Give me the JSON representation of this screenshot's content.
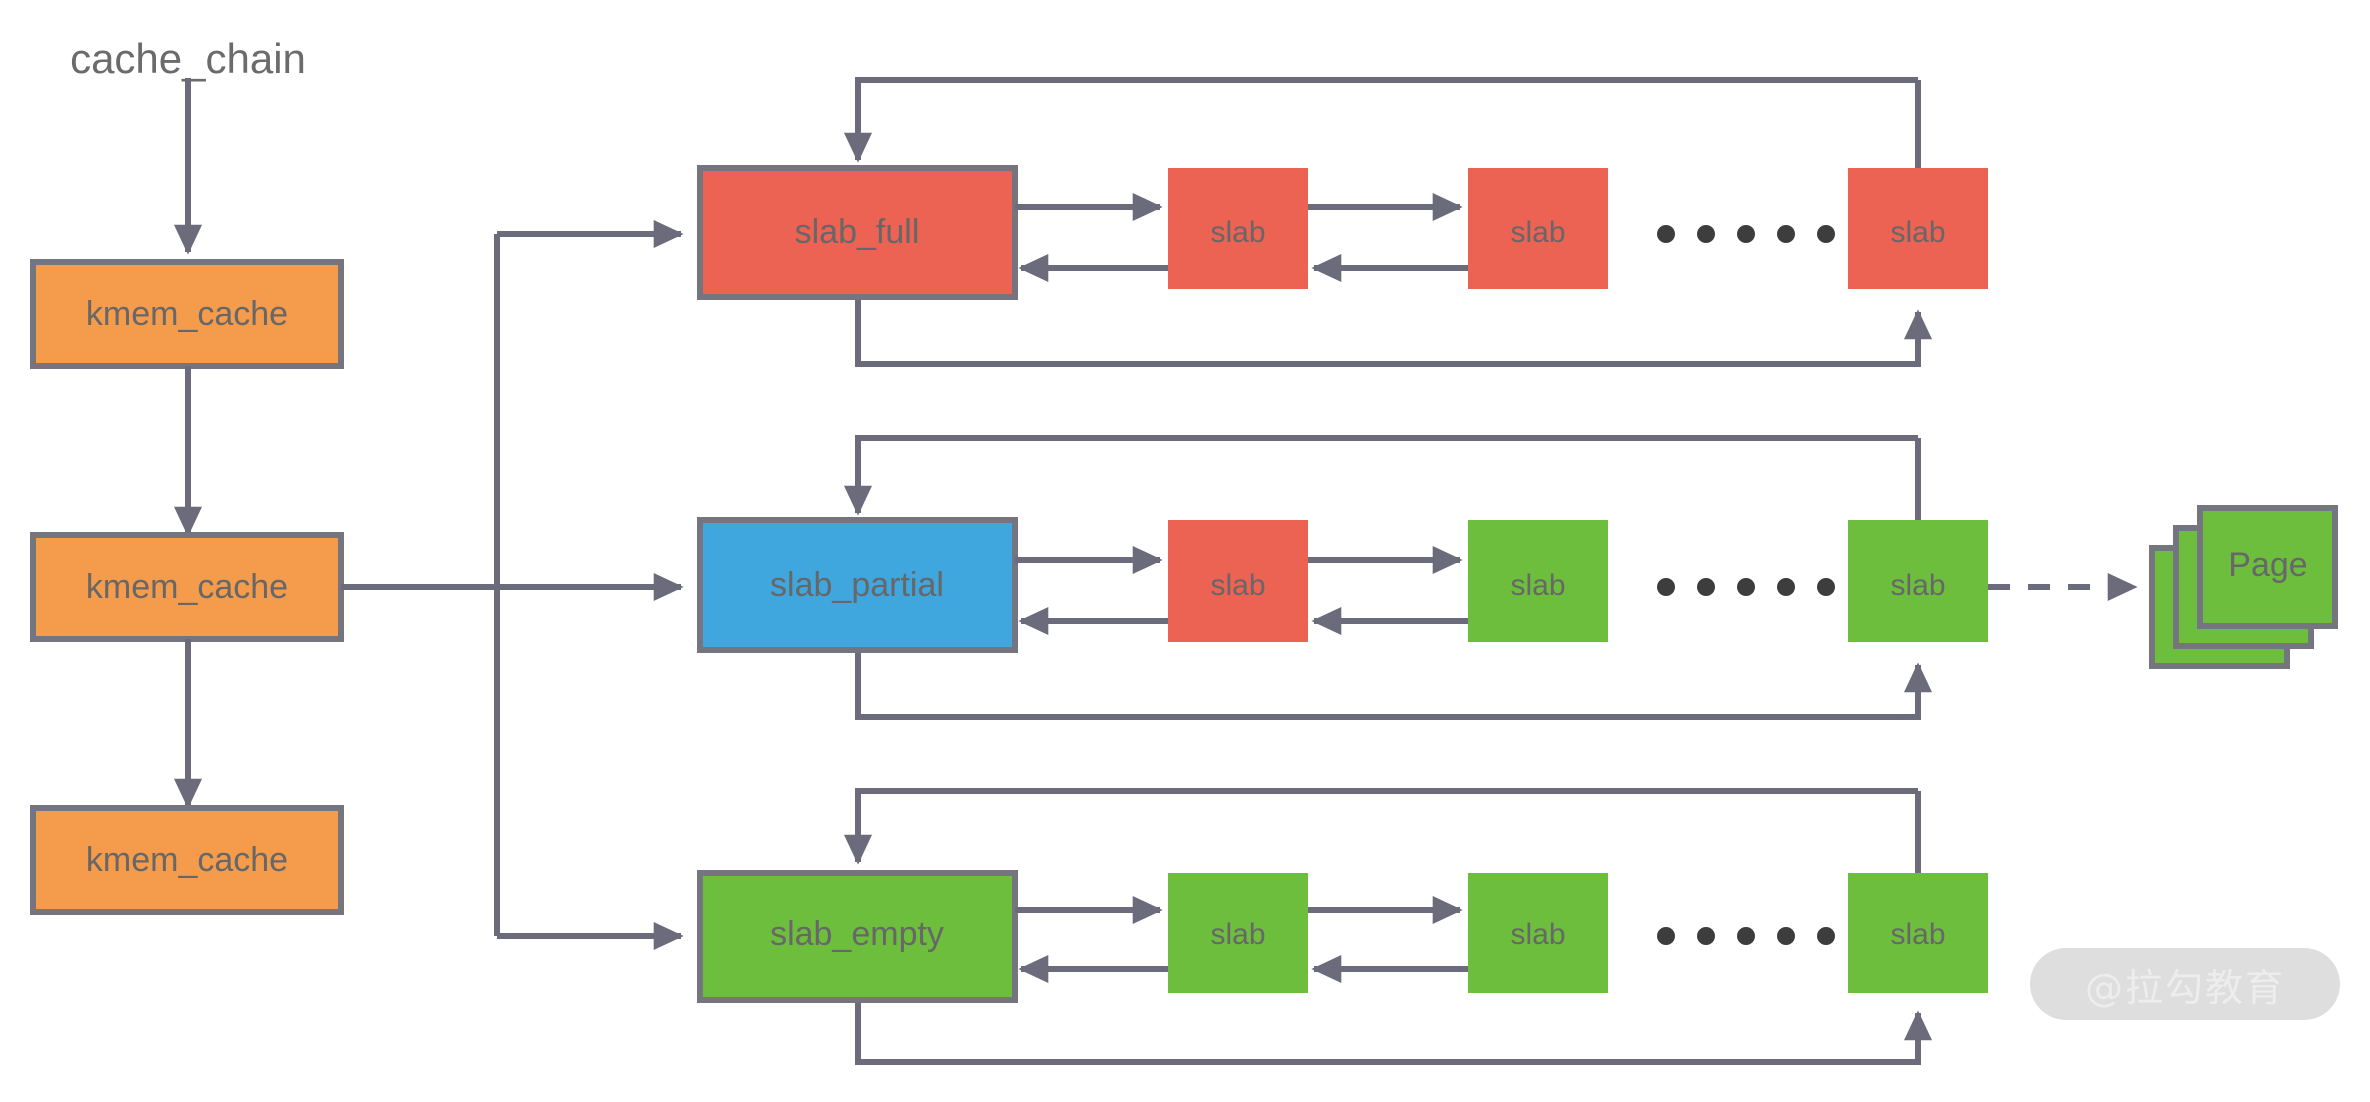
{
  "diagram": {
    "title": "cache_chain",
    "colors": {
      "orange": "#F59B4C",
      "red": "#EC6253",
      "blue": "#3FA6DE",
      "green": "#6EBE3E",
      "border": "#757580",
      "edge": "#6B6B7B",
      "text": "#676767",
      "background": "#FFFFFF"
    },
    "cache_chain": {
      "label": "cache_chain",
      "nodes": [
        {
          "label": "kmem_cache"
        },
        {
          "label": "kmem_cache"
        },
        {
          "label": "kmem_cache"
        }
      ]
    },
    "lists": [
      {
        "head_label": "slab_full",
        "head_color": "red",
        "slabs": [
          {
            "label": "slab",
            "color": "red"
          },
          {
            "label": "slab",
            "color": "red"
          },
          {
            "label": "slab",
            "color": "red"
          }
        ],
        "ellipsis": "......"
      },
      {
        "head_label": "slab_partial",
        "head_color": "blue",
        "slabs": [
          {
            "label": "slab",
            "color": "red"
          },
          {
            "label": "slab",
            "color": "green"
          },
          {
            "label": "slab",
            "color": "green"
          }
        ],
        "ellipsis": "......"
      },
      {
        "head_label": "slab_empty",
        "head_color": "green",
        "slabs": [
          {
            "label": "slab",
            "color": "green"
          },
          {
            "label": "slab",
            "color": "green"
          },
          {
            "label": "slab",
            "color": "green"
          }
        ],
        "ellipsis": "......"
      }
    ],
    "page_stack": {
      "label": "Page",
      "color": "green",
      "layers": 3
    },
    "watermark": {
      "text": "@拉勾教育"
    }
  }
}
